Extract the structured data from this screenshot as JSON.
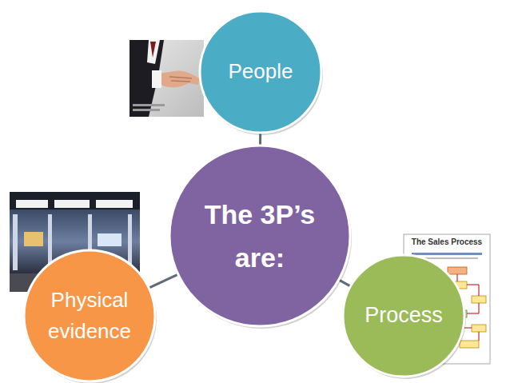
{
  "diagram": {
    "nodes": [
      {
        "text": [
          "The 3P’s are:"
        ]
      },
      {
        "text": [
          "People"
        ]
      },
      {
        "text": [
          "Process"
        ]
      },
      {
        "text": [
          "Physical evidence"
        ]
      }
    ],
    "edges": [
      {
        "from": 0,
        "to": 1,
        "arrow": "none"
      },
      {
        "from": 0,
        "to": 2,
        "arrow": "none"
      },
      {
        "from": 0,
        "to": 3,
        "arrow": "none"
      }
    ],
    "labels": [
      "The Sales Process"
    ]
  }
}
